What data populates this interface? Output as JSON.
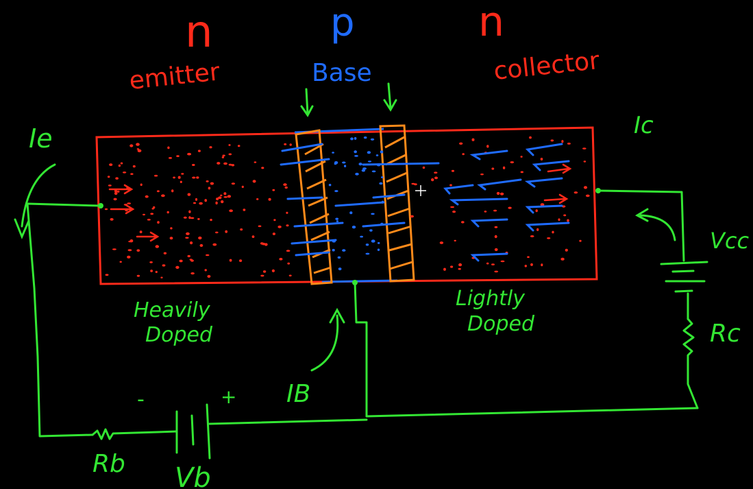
{
  "colors": {
    "background": "#000000",
    "n_region": "#ff2a1a",
    "p_region": "#1f6bff",
    "circuit": "#33e633",
    "depletion": "#ff8a1a"
  },
  "regions": {
    "emitter": {
      "type_letter": "n",
      "name": "emitter"
    },
    "base": {
      "type_letter": "p",
      "name": "Base"
    },
    "collector": {
      "type_letter": "n",
      "name": "collector"
    }
  },
  "doping": {
    "emitter_note_line1": "Heavily",
    "emitter_note_line2": "Doped",
    "collector_note_line1": "Lightly",
    "collector_note_line2": "Doped"
  },
  "currents": {
    "emitter": "Ie",
    "collector": "Ic",
    "base": "IB"
  },
  "circuit": {
    "base_resistor": "Rb",
    "base_source": "Vb",
    "minus_sign": "-",
    "plus_sign": "+",
    "collector_source": "Vcc",
    "collector_resistor": "Rc"
  }
}
